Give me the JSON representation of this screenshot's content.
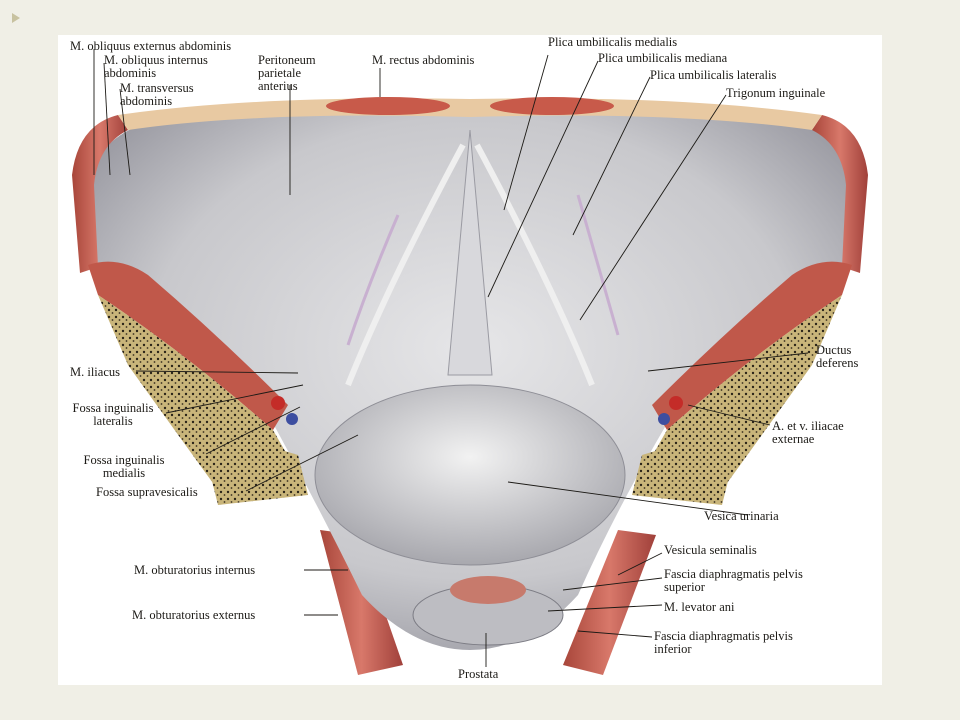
{
  "labels": {
    "obliquus_externus": "M. obliquus externus abdominis",
    "obliquus_internus_1": "M. obliquus internus",
    "obliquus_internus_2": "abdominis",
    "transversus_1": "M. transversus",
    "transversus_2": "abdominis",
    "peritoneum_1": "Peritoneum",
    "peritoneum_2": "parietale",
    "peritoneum_3": "anterius",
    "rectus": "M. rectus abdominis",
    "plica_medialis": "Plica umbilicalis medialis",
    "plica_mediana": "Plica umbilicalis mediana",
    "plica_lateralis": "Plica umbilicalis lateralis",
    "trigonum": "Trigonum inguinale",
    "iliacus": "M. iliacus",
    "fossa_lateralis_1": "Fossa inguinalis",
    "fossa_lateralis_2": "lateralis",
    "fossa_medialis_1": "Fossa inguinalis",
    "fossa_medialis_2": "medialis",
    "fossa_supravesicalis": "Fossa supravesicalis",
    "ductus_1": "Ductus",
    "ductus_2": "deferens",
    "iliacae_1": "A. et v. iliacae",
    "iliacae_2": "externae",
    "vesica": "Vesica urinaria",
    "vesicula": "Vesicula seminalis",
    "fascia_superior_1": "Fascia diaphragmatis pelvis",
    "fascia_superior_2": "superior",
    "levator": "M. levator ani",
    "fascia_inferior_1": "Fascia diaphragmatis pelvis",
    "fascia_inferior_2": "inferior",
    "obturatorius_internus": "M. obturatorius internus",
    "obturatorius_externus": "M. obturatorius externus",
    "prostata": "Prostata"
  }
}
